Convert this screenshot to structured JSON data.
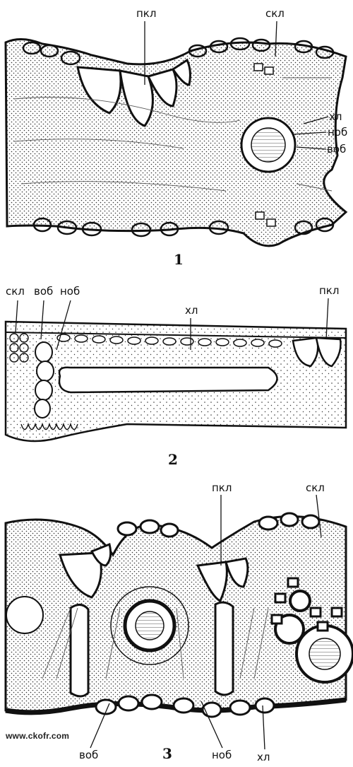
{
  "panels": [
    {
      "number": "1",
      "labels": {
        "pkl": "пкл",
        "skl": "скл",
        "hl": "хл",
        "nob": "ноб",
        "vob": "воб"
      }
    },
    {
      "number": "2",
      "labels": {
        "skl": "скл",
        "vob": "воб",
        "nob": "ноб",
        "hl": "хл",
        "pkl": "пкл"
      }
    },
    {
      "number": "3",
      "labels": {
        "pkl": "пкл",
        "skl": "скл",
        "vob": "воб",
        "nob": "ноб",
        "hl": "хл"
      }
    }
  ],
  "watermark": "www.ckofr.com",
  "colors": {
    "ink": "#111111",
    "paper": "#ffffff"
  }
}
